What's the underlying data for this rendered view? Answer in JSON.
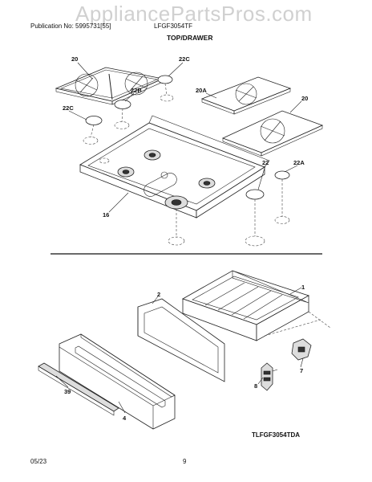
{
  "watermark": "AppliancePartsPros.com",
  "header": {
    "publication": "Publication No: 5995731[55]",
    "model": "LFGF3054TF",
    "section_title": "TOP/DRAWER"
  },
  "footer": {
    "date": "05/23",
    "page_number": "9",
    "diagram_code": "TLFGF3054TDA"
  },
  "callouts": {
    "top_left_grate": "20",
    "top_cap_22c_upper": "22C",
    "top_cap_22b": "22B",
    "top_cap_22c_left": "22C",
    "top_grate_20a": "20A",
    "top_grate_20_right": "20",
    "top_cap_22": "22",
    "top_cap_22a": "22A",
    "top_panel_16": "16",
    "drawer_1": "1",
    "drawer_2": "2",
    "drawer_7": "7",
    "drawer_8": "8",
    "drawer_39": "39",
    "drawer_4": "4"
  }
}
